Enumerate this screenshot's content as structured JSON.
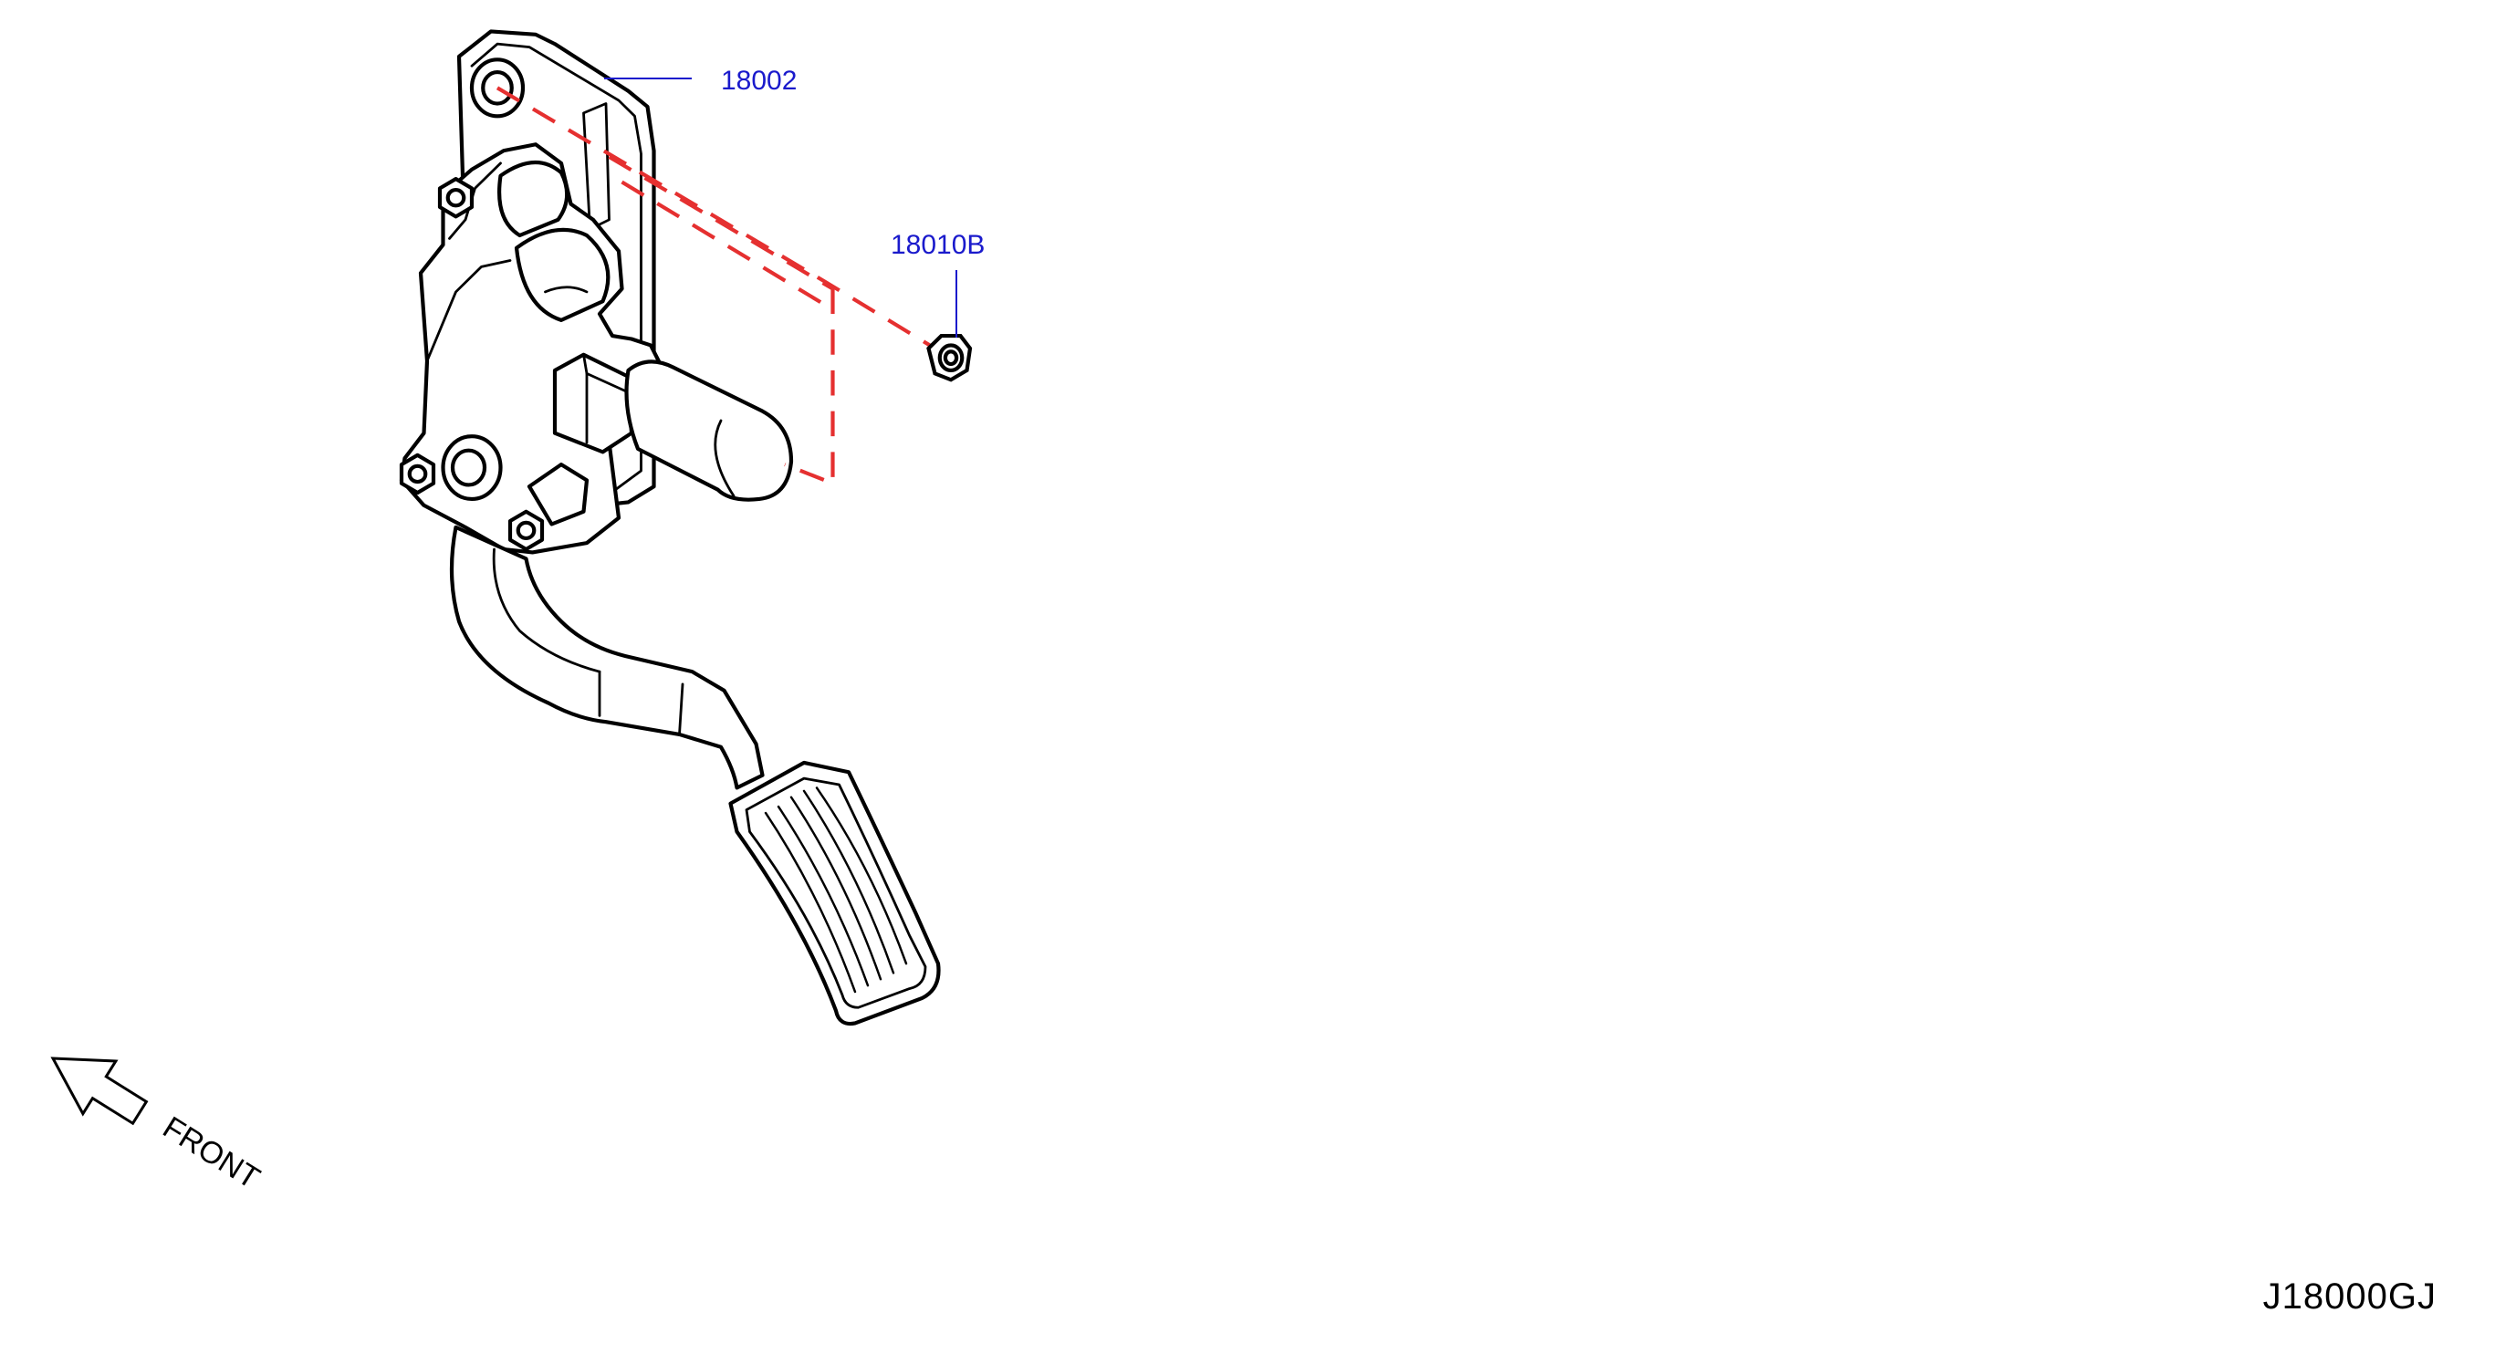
{
  "parts": [
    {
      "number": "18002"
    },
    {
      "number": "18010B"
    }
  ],
  "front_label": "FRONT",
  "diagram_id": "J18000GJ",
  "colors": {
    "callout": "#1a1acc",
    "dashed": "#e53030",
    "line": "#000000"
  },
  "icons": [
    "front-direction-arrow-icon"
  ]
}
